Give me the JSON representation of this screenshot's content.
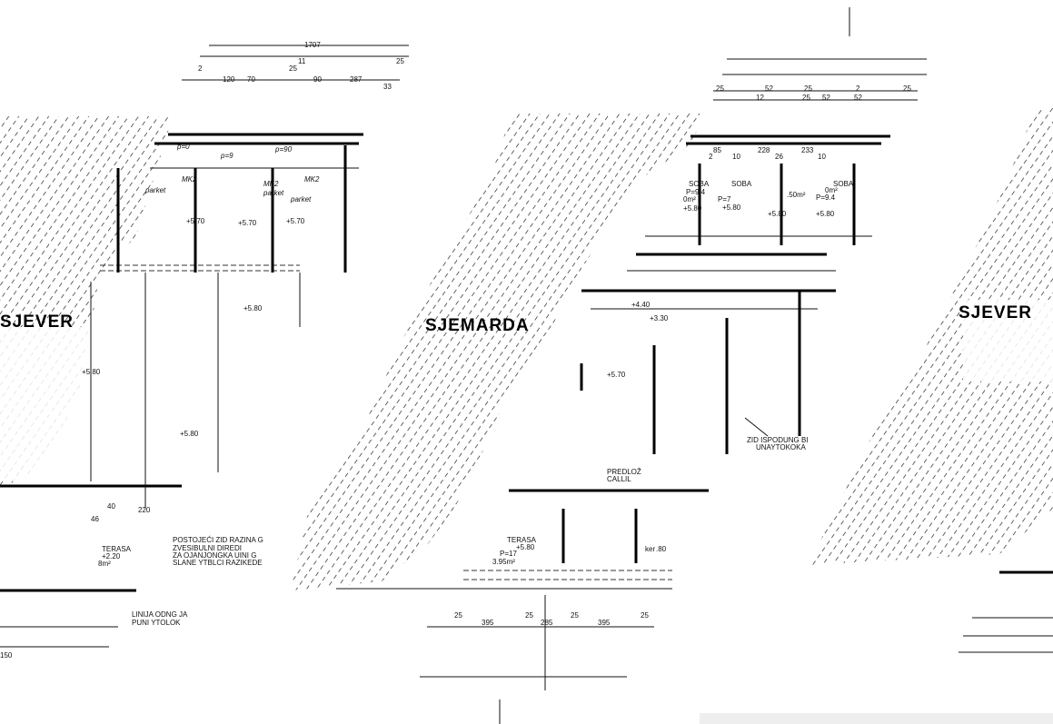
{
  "drawing": {
    "title_center": "SJEMARDA",
    "title_left": "SJEVER",
    "title_right": "SJEVER",
    "dimensions_top_left": [
      "1707",
      "11",
      "25",
      "25",
      "2",
      "120",
      "70",
      "90",
      "287",
      "33"
    ],
    "dimensions_top_right": [
      "25",
      "52",
      "2",
      "25",
      "52",
      "25",
      "12",
      "25",
      "52",
      "85",
      "228",
      "233",
      "26",
      "10",
      "10",
      "2"
    ],
    "dimensions_bottom_center": [
      "25",
      "395",
      "25",
      "285",
      "25",
      "395",
      "25"
    ],
    "dimensions_bottom_left": [
      "150",
      "46",
      "40",
      "220"
    ],
    "rooms_left": [
      "MK2",
      "parket",
      "MK2",
      "parket",
      "MK2",
      "parket",
      "p=90",
      "p=9",
      "p=0"
    ],
    "rooms_right": [
      "SOBA",
      "P=9.4",
      "0m²",
      "SOBA",
      "P=7",
      ".50m²",
      "SOBA",
      "P=9.4",
      "0m²"
    ],
    "levels": [
      "+5.70",
      "+5.70",
      "+5.70",
      "+5.80",
      "+5.80",
      "+5.80",
      "+5.80",
      "+3.30",
      "+5.70",
      "+4.40",
      "+5.80",
      "+5.80",
      "+5.80"
    ],
    "terrace_left": [
      "TERASA",
      "+2.20",
      "8m²"
    ],
    "terrace_center": [
      "TERASA",
      "+5.80",
      "P=17",
      "3.95m²",
      "ker",
      ".80"
    ],
    "notes": [
      "POSTOJEĆI ZID RAZINA G",
      "ZVESIBULNI DIREDI",
      "ZA OJANJONGKA UINI G",
      "SLANE YTBLCI RAZIKEDE",
      "LINIJA ODNG JA",
      "PUNI YTOLOK",
      "ZID ISPODUNG BI",
      "UNAYTOKOKA",
      "PREDLOŽ",
      "CALLIL"
    ]
  }
}
